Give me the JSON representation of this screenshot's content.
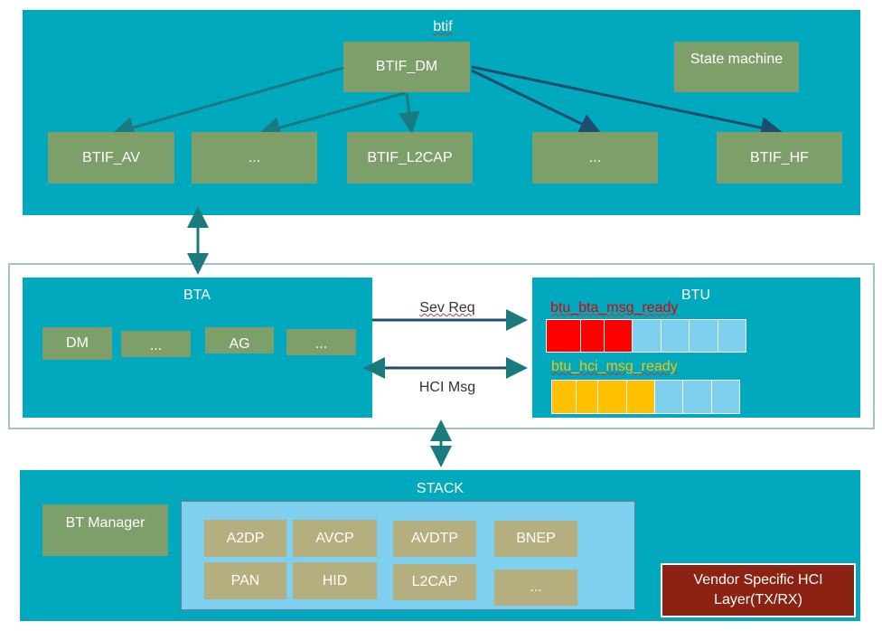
{
  "btif": {
    "title": "btif",
    "dm": "BTIF_DM",
    "state_machine": "State machine",
    "children": [
      "BTIF_AV",
      "...",
      "BTIF_L2CAP",
      "...",
      "BTIF_HF"
    ]
  },
  "bta": {
    "title": "BTA",
    "items": [
      "DM",
      "...",
      "AG",
      "..."
    ]
  },
  "btu": {
    "title": "BTU",
    "queue1_label": "btu_bta_msg_ready",
    "queue2_label": "btu_hci_msg_ready",
    "queue1_color": "#ff0000",
    "queue2_color": "#ffc000",
    "empty_color": "#7fd0ee"
  },
  "links": {
    "sev_req": "Sev Req",
    "hci_msg": "HCI Msg"
  },
  "stack": {
    "title": "STACK",
    "bt_manager": "BT Manager",
    "protocols": [
      "A2DP",
      "AVCP",
      "AVDTP",
      "BNEP",
      "PAN",
      "HID",
      "L2CAP",
      "..."
    ],
    "vendor": "Vendor Specific HCI Layer(TX/RX)"
  },
  "colors": {
    "panel": "#00a9bd",
    "module_green": "#7f9f6a",
    "module_tan": "#b5ae7e",
    "inner_stack": "#7fd0ee",
    "vendor": "#8b2212",
    "arrow": "#1a7b7f",
    "arrow_dark": "#1d4e6e"
  }
}
